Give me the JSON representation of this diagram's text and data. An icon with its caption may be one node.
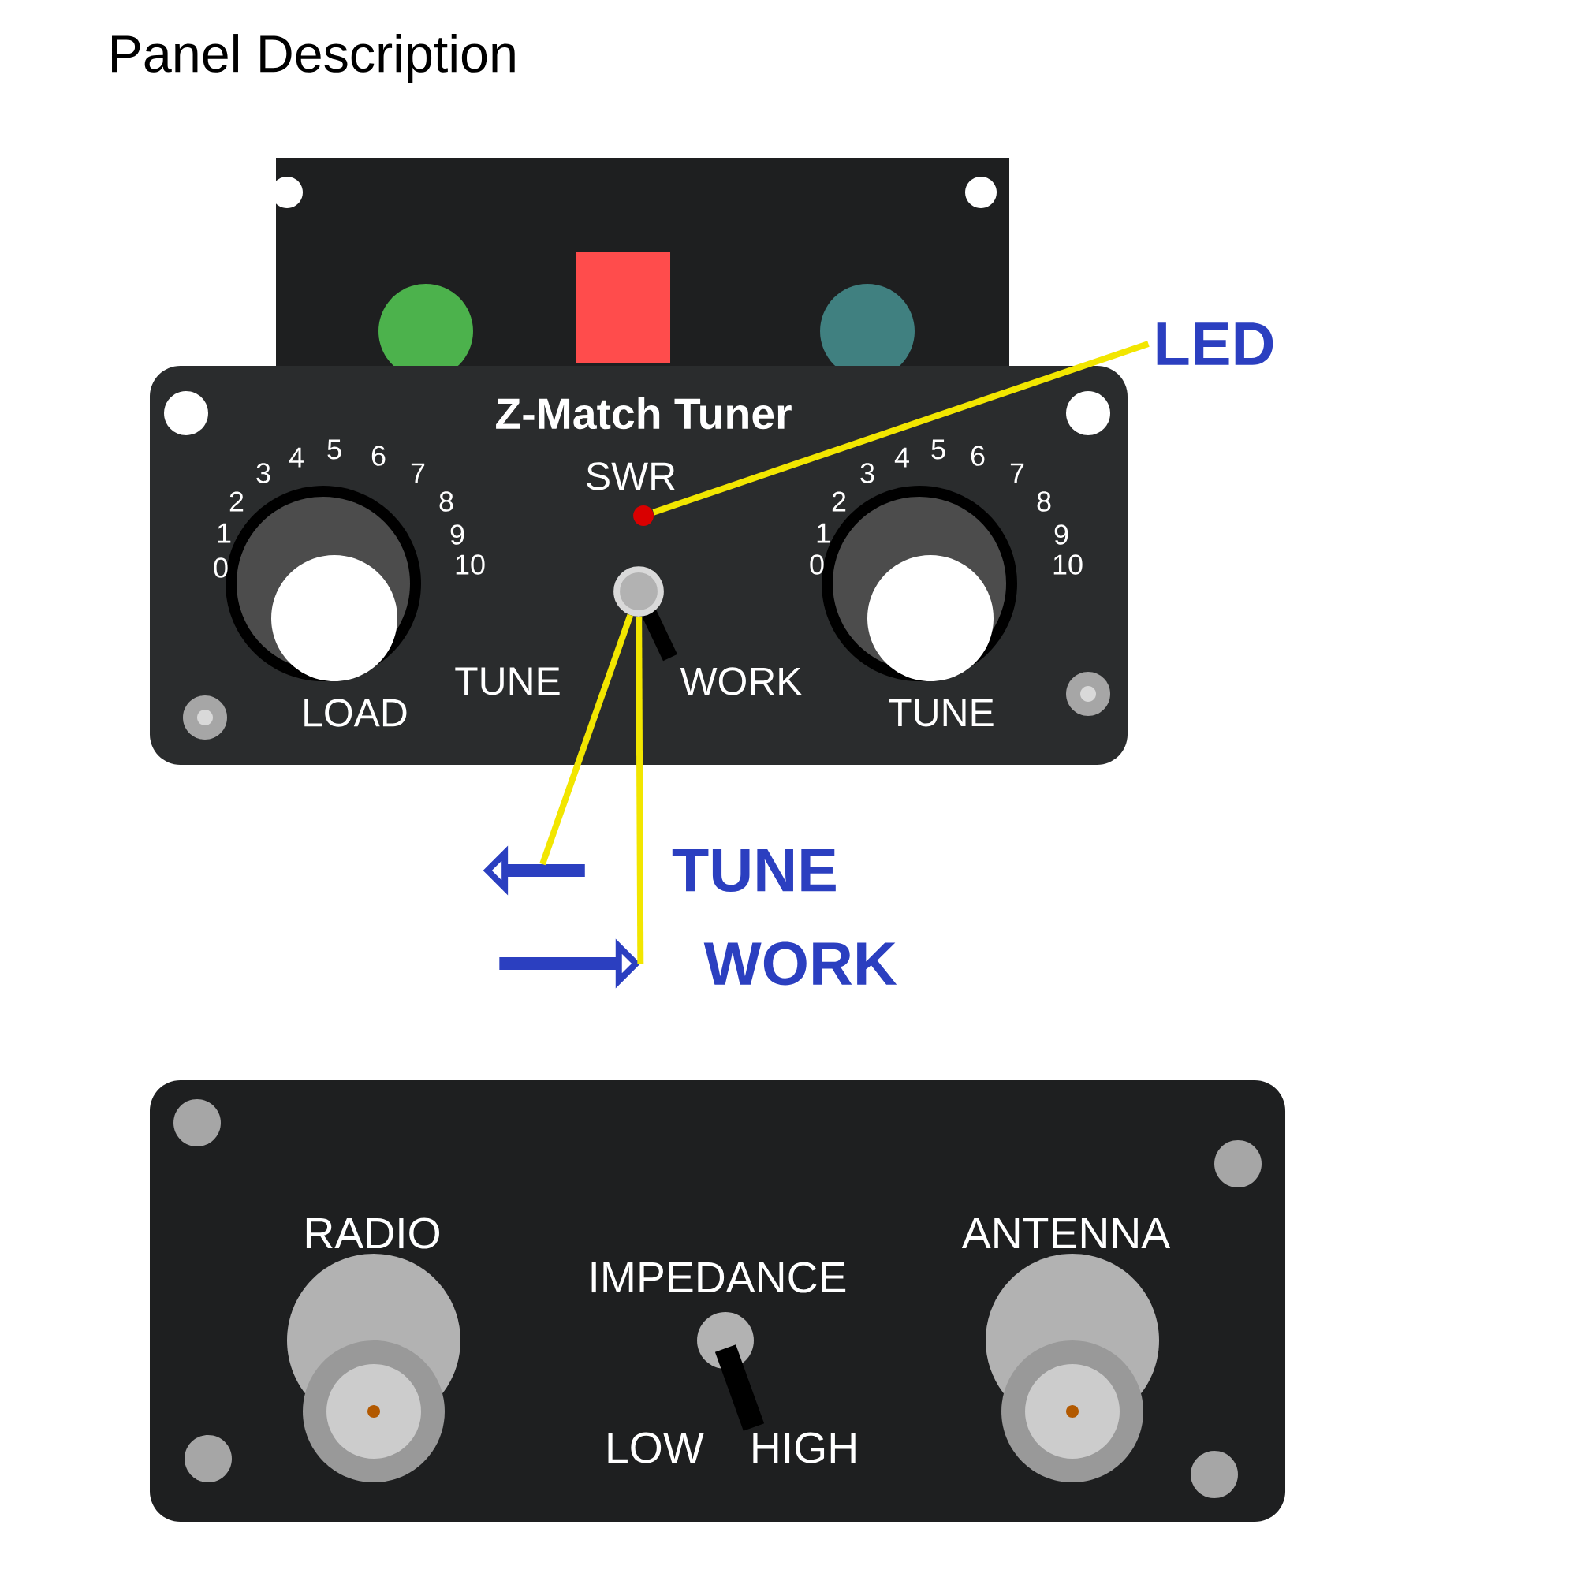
{
  "diagram": {
    "title": "Panel Description",
    "nodes": [
      {
        "text": [
          "LED"
        ]
      },
      {
        "text": [],
        "shape": "circle"
      },
      {
        "text": [],
        "shape": "picture"
      },
      {
        "text": [],
        "shape": "arrow",
        "beside": [
          "TUNE"
        ]
      },
      {
        "text": [],
        "shape": "arrow",
        "beside": [
          "WORK"
        ]
      }
    ],
    "edges": [
      {
        "from": 0,
        "to": 1,
        "arrow": "none"
      },
      {
        "from": 2,
        "to": 3,
        "arrow": "none"
      },
      {
        "from": 2,
        "to": 4,
        "arrow": "none"
      }
    ],
    "labels": [
      "Z-Match Tuner",
      "SWR",
      "0",
      "1",
      "2",
      "3",
      "4",
      "5",
      "6",
      "7",
      "8",
      "9",
      "10",
      "0",
      "1",
      "2",
      "3",
      "4",
      "5",
      "6",
      "7",
      "8",
      "9",
      "10",
      "TUNE",
      "WORK",
      "LOAD",
      "TUNE",
      "RADIO",
      "ANTENNA",
      "IMPEDANCE",
      "LOW",
      "HIGH"
    ]
  }
}
